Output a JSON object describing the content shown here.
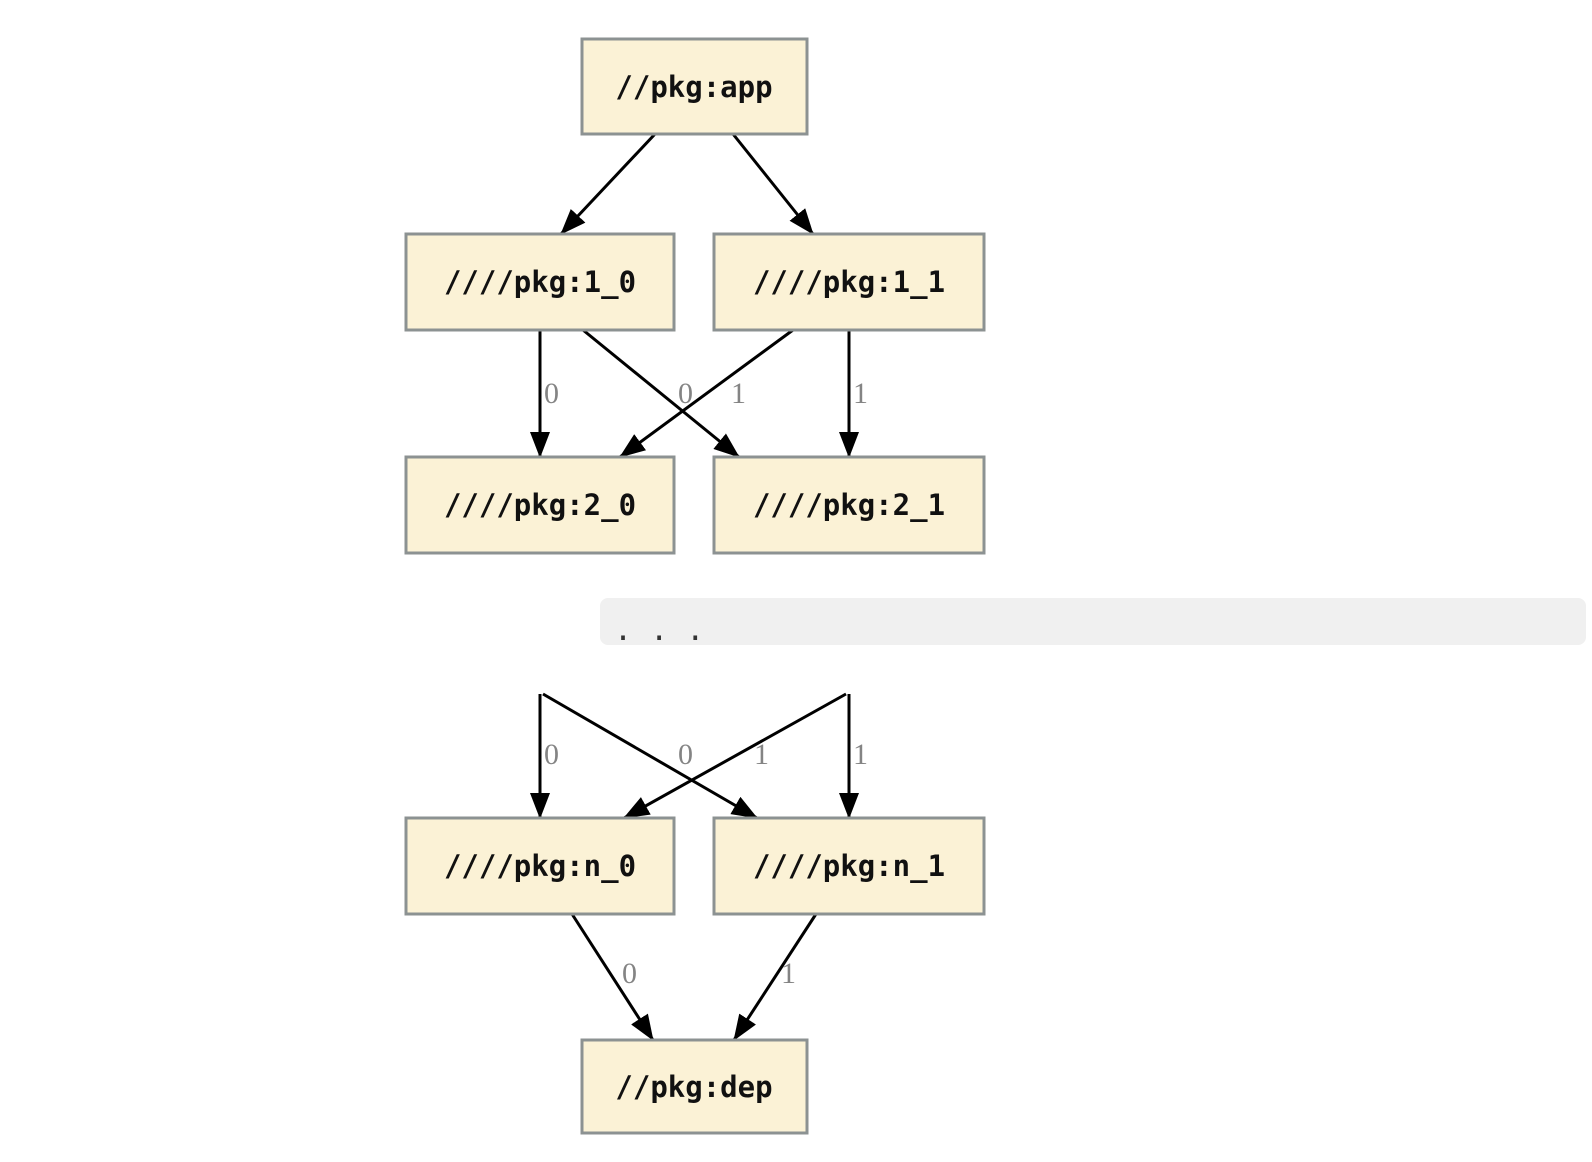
{
  "colors": {
    "node_fill": "#FBF2D6",
    "node_border": "#8C9292",
    "edge": "#000000",
    "edge_label": "#848484",
    "band_background": "#F0F0F0",
    "page_background": "#FFFFFF"
  },
  "graph": {
    "nodes": [
      {
        "id": "app",
        "label": "//pkg:app"
      },
      {
        "id": "1_0",
        "label": "////pkg:1_0"
      },
      {
        "id": "1_1",
        "label": "////pkg:1_1"
      },
      {
        "id": "2_0",
        "label": "////pkg:2_0"
      },
      {
        "id": "2_1",
        "label": "////pkg:2_1"
      },
      {
        "id": "n_0",
        "label": "////pkg:n_0"
      },
      {
        "id": "n_1",
        "label": "////pkg:n_1"
      },
      {
        "id": "dep",
        "label": "//pkg:dep"
      }
    ],
    "edges": [
      {
        "from": "//pkg:app",
        "to": "////pkg:1_0",
        "label": ""
      },
      {
        "from": "//pkg:app",
        "to": "////pkg:1_1",
        "label": ""
      },
      {
        "from": "////pkg:1_0",
        "to": "////pkg:2_0",
        "label": "0"
      },
      {
        "from": "////pkg:1_0",
        "to": "////pkg:2_1",
        "label": "1"
      },
      {
        "from": "////pkg:1_1",
        "to": "////pkg:2_0",
        "label": "0"
      },
      {
        "from": "////pkg:1_1",
        "to": "////pkg:2_1",
        "label": "1"
      },
      {
        "from": "...",
        "to": "////pkg:n_0",
        "label": "0"
      },
      {
        "from": "...",
        "to": "////pkg:n_1",
        "label": "1"
      },
      {
        "from": "...",
        "to": "////pkg:n_0",
        "label": "0"
      },
      {
        "from": "...",
        "to": "////pkg:n_1",
        "label": "1"
      },
      {
        "from": "////pkg:n_0",
        "to": "//pkg:dep",
        "label": "0"
      },
      {
        "from": "////pkg:n_1",
        "to": "//pkg:dep",
        "label": "1"
      }
    ]
  },
  "ellipsis": {
    "text": ". . ."
  }
}
